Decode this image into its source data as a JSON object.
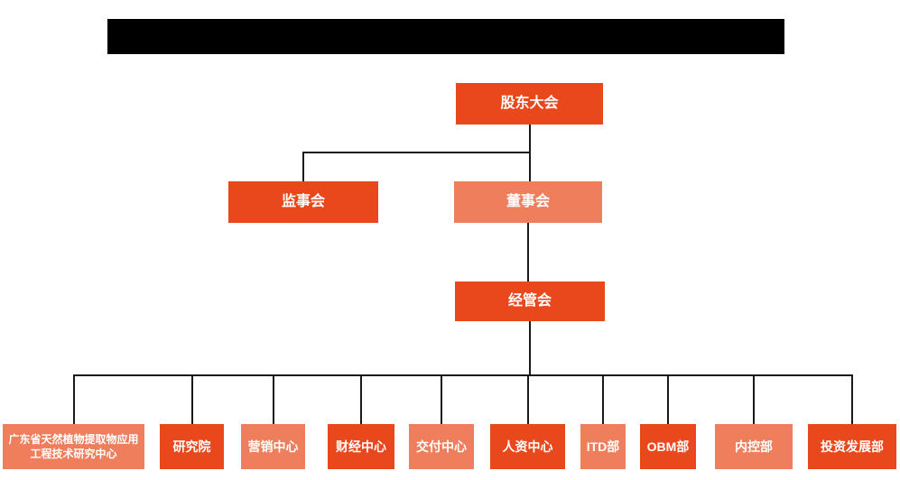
{
  "colors": {
    "box_dark": "#E8481C",
    "box_light": "#EE7E5C",
    "box_text": "#FFFFFF",
    "connector_line": "#1A1A1A",
    "redacted_bar": "#000000"
  },
  "org": {
    "nodes": [
      {
        "id": "shareholders-meeting",
        "label": "股东大会",
        "tone": "dark",
        "level": 1
      },
      {
        "id": "supervisory-board",
        "label": "监事会",
        "tone": "dark",
        "level": 2
      },
      {
        "id": "board-of-directors",
        "label": "董事会",
        "tone": "light",
        "level": 2
      },
      {
        "id": "management-committee",
        "label": "经管会",
        "tone": "dark",
        "level": 3
      },
      {
        "id": "gd-research-center",
        "label": "广东省天然植物提取物应用工程技术研究中心",
        "tone": "light",
        "level": 4
      },
      {
        "id": "research-institute",
        "label": "研究院",
        "tone": "dark",
        "level": 4
      },
      {
        "id": "marketing-center",
        "label": "营销中心",
        "tone": "light",
        "level": 4
      },
      {
        "id": "finance-center",
        "label": "财经中心",
        "tone": "dark",
        "level": 4
      },
      {
        "id": "delivery-center",
        "label": "交付中心",
        "tone": "light",
        "level": 4
      },
      {
        "id": "hr-center",
        "label": "人资中心",
        "tone": "dark",
        "level": 4
      },
      {
        "id": "itd-dept",
        "label": "ITD部",
        "tone": "light",
        "level": 4
      },
      {
        "id": "obm-dept",
        "label": "OBM部",
        "tone": "dark",
        "level": 4
      },
      {
        "id": "internal-control-dept",
        "label": "内控部",
        "tone": "light",
        "level": 4
      },
      {
        "id": "investment-dev-dept",
        "label": "投资发展部",
        "tone": "dark",
        "level": 4
      }
    ],
    "edges": [
      {
        "from": "shareholders-meeting",
        "to": "supervisory-board"
      },
      {
        "from": "shareholders-meeting",
        "to": "board-of-directors"
      },
      {
        "from": "board-of-directors",
        "to": "management-committee"
      },
      {
        "from": "management-committee",
        "to": "gd-research-center"
      },
      {
        "from": "management-committee",
        "to": "research-institute"
      },
      {
        "from": "management-committee",
        "to": "marketing-center"
      },
      {
        "from": "management-committee",
        "to": "finance-center"
      },
      {
        "from": "management-committee",
        "to": "delivery-center"
      },
      {
        "from": "management-committee",
        "to": "hr-center"
      },
      {
        "from": "management-committee",
        "to": "itd-dept"
      },
      {
        "from": "management-committee",
        "to": "obm-dept"
      },
      {
        "from": "management-committee",
        "to": "internal-control-dept"
      },
      {
        "from": "management-committee",
        "to": "investment-dev-dept"
      }
    ]
  }
}
